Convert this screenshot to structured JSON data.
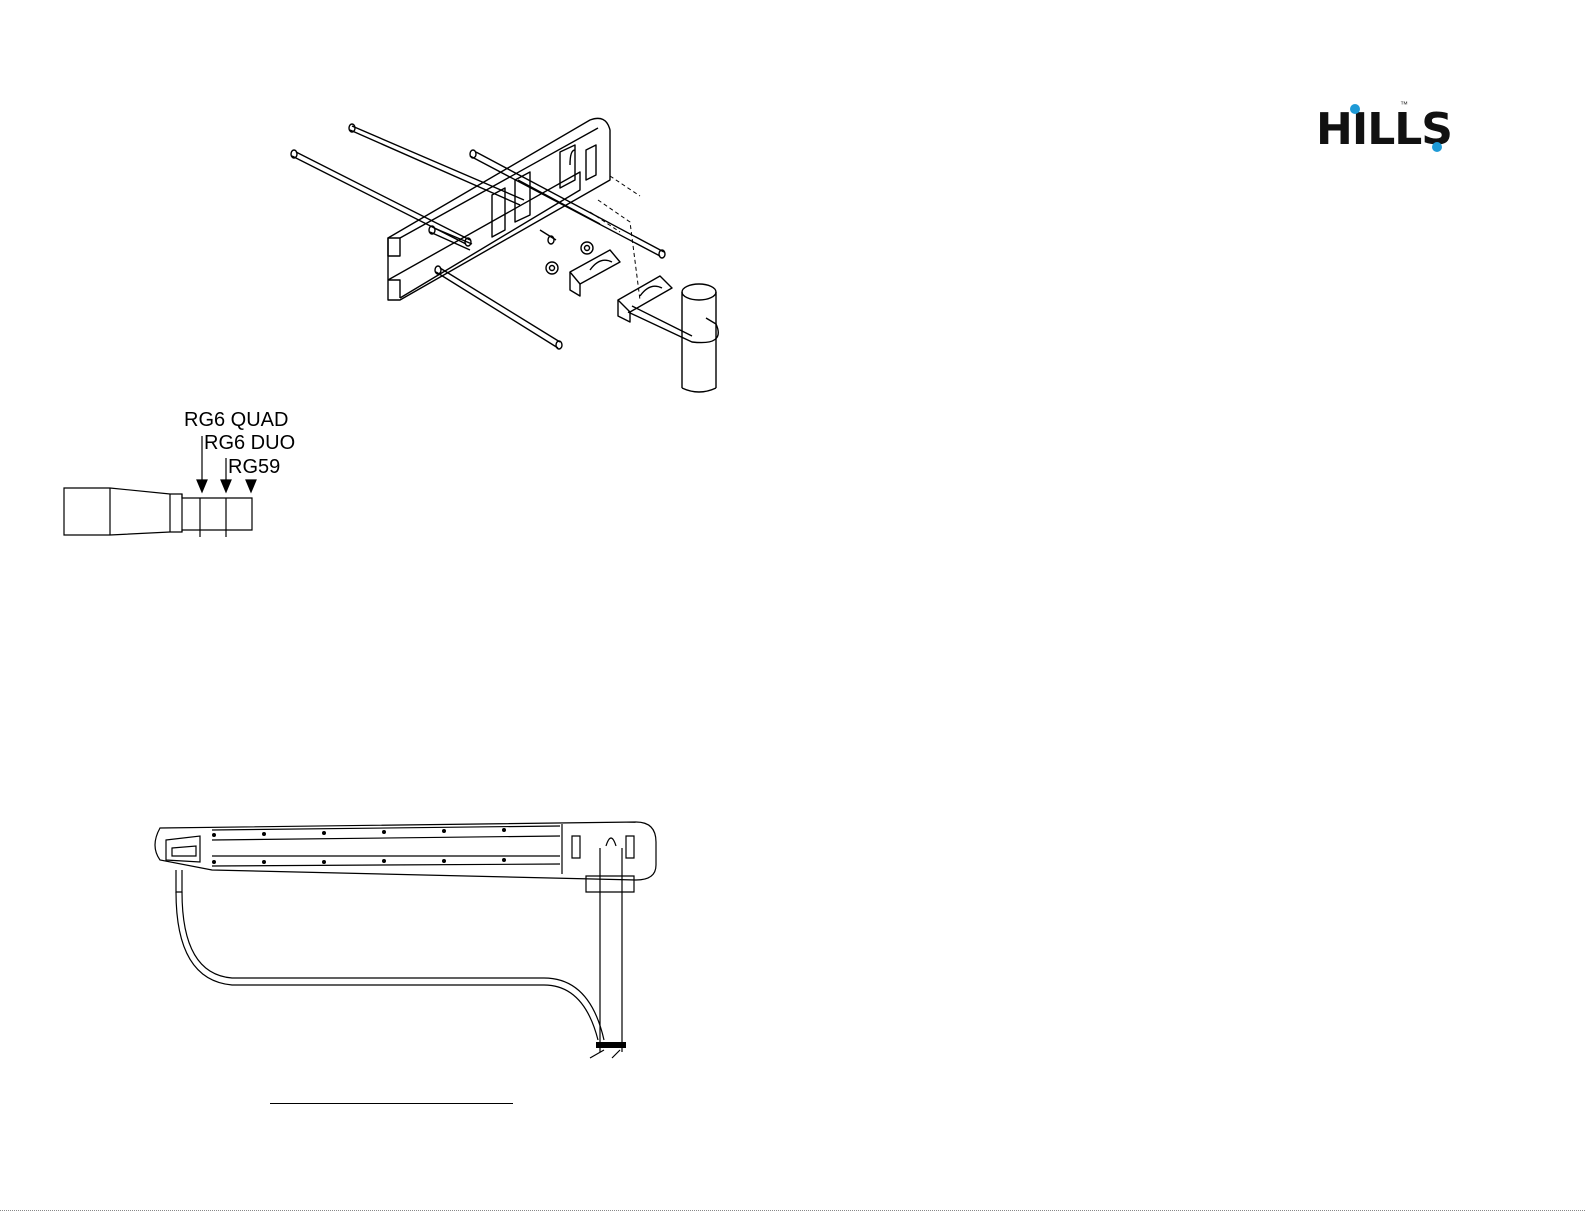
{
  "logo": {
    "text": "HILLS",
    "tm": "™",
    "accent_color": "#1e9ad6"
  },
  "cable_labels": {
    "quad": "RG6 QUAD",
    "duo": "RG6 DUO",
    "rg59": "RG59"
  },
  "colors": {
    "line": "#000000",
    "background": "#ffffff"
  }
}
